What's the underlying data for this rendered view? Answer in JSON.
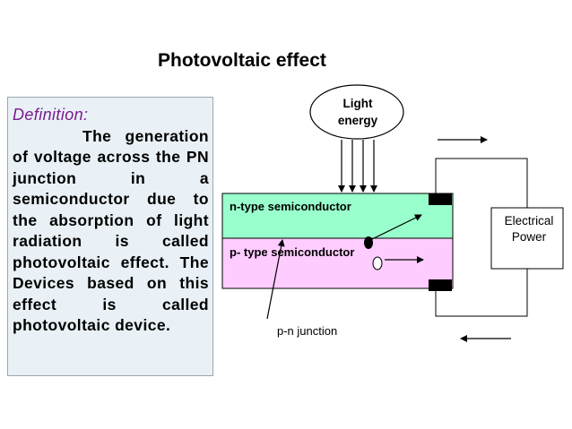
{
  "title": "Photovoltaic effect",
  "definition": {
    "heading": "Definition:",
    "body": "The generation of voltage across the PN junction in a semiconductor due to the absorption of light radiation is called photovoltaic effect. The Devices based on this effect is called photovoltaic device."
  },
  "diagram": {
    "light_line1": "Light",
    "light_line2": "energy",
    "n_type_label": "n-type semiconductor",
    "p_type_label": "p- type semiconductor",
    "junction_label": "p-n junction",
    "power_line1": "Electrical",
    "power_line2": "Power",
    "colors": {
      "n_region": "#99ffcc",
      "p_region": "#ffccff",
      "definition_bg": "#e9f1f6",
      "heading_text": "#7a1b8e"
    }
  }
}
